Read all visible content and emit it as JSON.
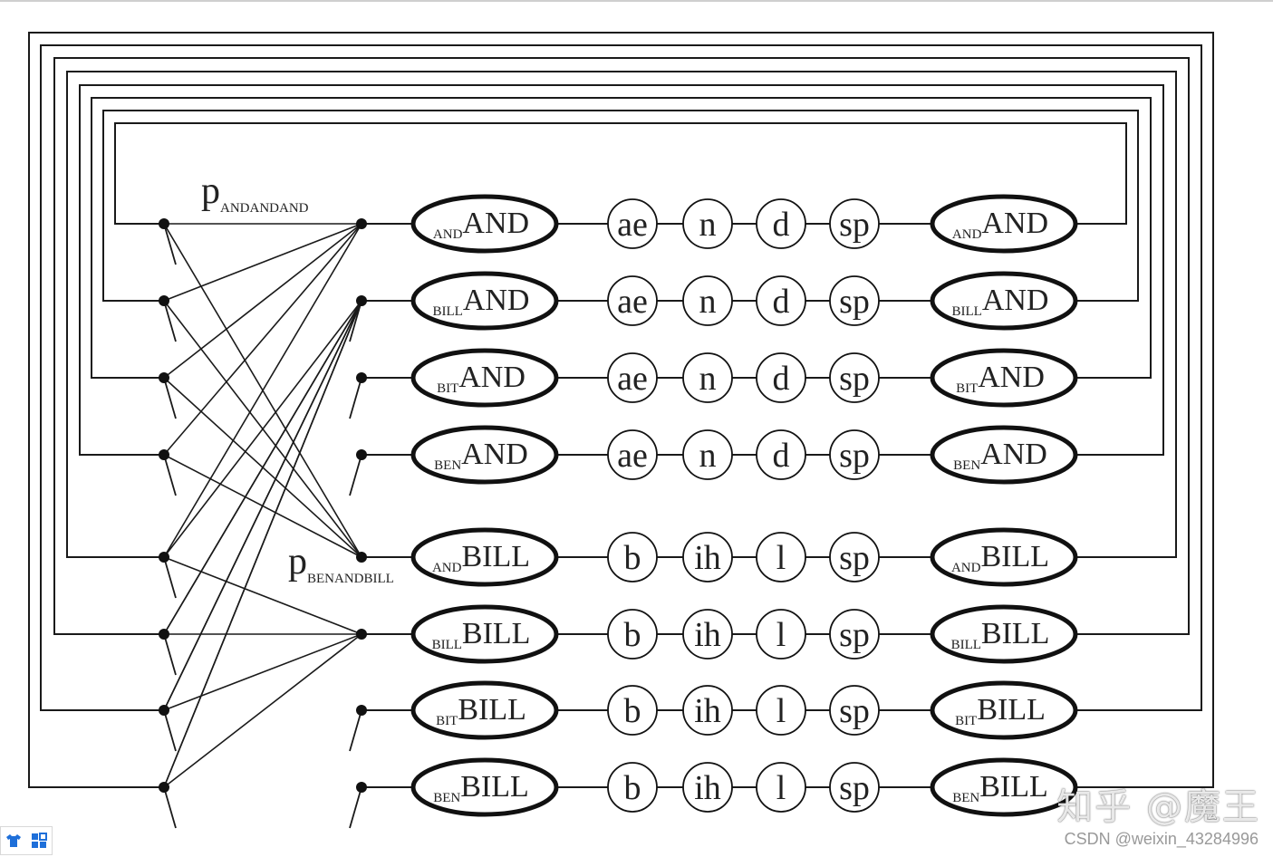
{
  "diagram": {
    "rows": [
      {
        "ctx": "AND",
        "word": "AND",
        "phones": [
          "ae",
          "n",
          "d",
          "sp"
        ]
      },
      {
        "ctx": "BILL",
        "word": "AND",
        "phones": [
          "ae",
          "n",
          "d",
          "sp"
        ]
      },
      {
        "ctx": "BIT",
        "word": "AND",
        "phones": [
          "ae",
          "n",
          "d",
          "sp"
        ]
      },
      {
        "ctx": "BEN",
        "word": "AND",
        "phones": [
          "ae",
          "n",
          "d",
          "sp"
        ]
      },
      {
        "ctx": "AND",
        "word": "BILL",
        "phones": [
          "b",
          "ih",
          "l",
          "sp"
        ]
      },
      {
        "ctx": "BILL",
        "word": "BILL",
        "phones": [
          "b",
          "ih",
          "l",
          "sp"
        ]
      },
      {
        "ctx": "BIT",
        "word": "BILL",
        "phones": [
          "b",
          "ih",
          "l",
          "sp"
        ]
      },
      {
        "ctx": "BEN",
        "word": "BILL",
        "phones": [
          "b",
          "ih",
          "l",
          "sp"
        ]
      }
    ],
    "prob_labels": [
      {
        "main": "p",
        "sub": "ANDANDAND"
      },
      {
        "main": "p",
        "sub": "BENANDBILL"
      }
    ]
  },
  "watermark": {
    "text": "知乎 @魔王"
  },
  "credit": {
    "text": "CSDN @weixin_43284996"
  },
  "toolbar": {
    "icons": [
      "shirt-icon",
      "grid-icon"
    ],
    "colors": {
      "icon": "#1e6fd9"
    }
  }
}
